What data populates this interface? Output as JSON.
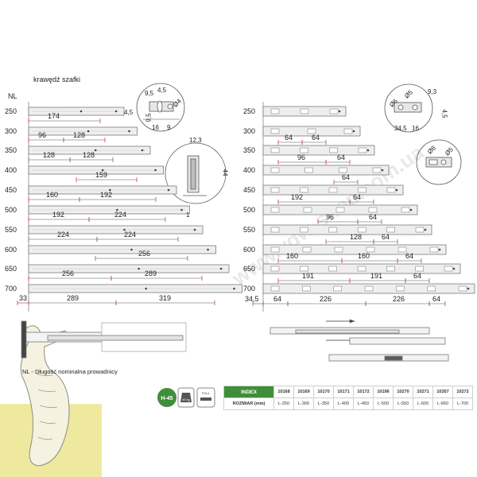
{
  "left_diagram": {
    "cabinet_edge_label": "krawędź szafki",
    "nl_header": "NL",
    "nl_values": [
      "250",
      "300",
      "350",
      "400",
      "450",
      "500",
      "550",
      "600",
      "650",
      "700"
    ],
    "dimensions": {
      "r300_a": "174",
      "r350_a": "96",
      "r350_b": "128",
      "r400_a": "128",
      "r400_b": "128",
      "r450_a": "159",
      "r500_a": "160",
      "r500_b": "192",
      "r550_a": "192",
      "r550_b": "224",
      "r600_a": "224",
      "r600_b": "224",
      "r650_a": "256",
      "r700_a": "256",
      "r700_b": "289",
      "bottom_a": "33",
      "bottom_b": "289",
      "bottom_c": "319"
    },
    "hole_detail": {
      "d1": "9,5",
      "d2": "4,5",
      "d3": "4,5",
      "d4": "9,5",
      "d5": "16",
      "d6": "9",
      "d7": "Ø4"
    },
    "profile_detail": {
      "width": "12,3",
      "height": "44",
      "gap": "1"
    },
    "footnote": "NL - Długość nominalna prowadnicy"
  },
  "right_diagram": {
    "nl_values": [
      "250",
      "300",
      "350",
      "400",
      "450",
      "500",
      "550",
      "600",
      "650",
      "700"
    ],
    "dimensions": {
      "r350_a": "64",
      "r350_b": "64",
      "r400_a": "96",
      "r400_b": "64",
      "r450_a": "64",
      "r500_a": "192",
      "r500_b": "64",
      "r550_a": "96",
      "r550_b": "64",
      "r600_a": "128",
      "r600_b": "64",
      "r650_a": "160",
      "r650_b": "160",
      "r650_c": "64",
      "r700_a": "191",
      "r700_b": "191",
      "r700_c": "64",
      "bottom_a": "34,5",
      "bottom_b": "64",
      "bottom_c": "226",
      "bottom_d": "226",
      "bottom_e": "64"
    },
    "hole_detail_a": {
      "d1": "Ø5",
      "d2": "9,3",
      "d3": "4,5",
      "d4": "34,5",
      "d5": "16",
      "d6": "Ø6"
    },
    "hole_detail_b": {
      "d1": "Ø8",
      "d2": "Ø5"
    }
  },
  "watermark": "www.vdw-shop.com.ua",
  "badges": {
    "load_class": "H-45",
    "weight": "45 kg",
    "full": "FULL"
  },
  "spec_table": {
    "row_index_label": "INDEX",
    "row_size_label": "ROZMIAR (mm)",
    "index": [
      "10168",
      "10169",
      "10170",
      "10171",
      "10172",
      "10196",
      "10270",
      "10271",
      "10357",
      "10272"
    ],
    "size": [
      "L-250",
      "L-300",
      "L-350",
      "L-400",
      "L-450",
      "L-500",
      "L-550",
      "L-600",
      "L-650",
      "L-700"
    ]
  },
  "colors": {
    "accent_green": "#3f8f3a",
    "mascot_yellow": "#efe9a0",
    "drawing_line": "#555555",
    "dim_red": "#d04040"
  }
}
